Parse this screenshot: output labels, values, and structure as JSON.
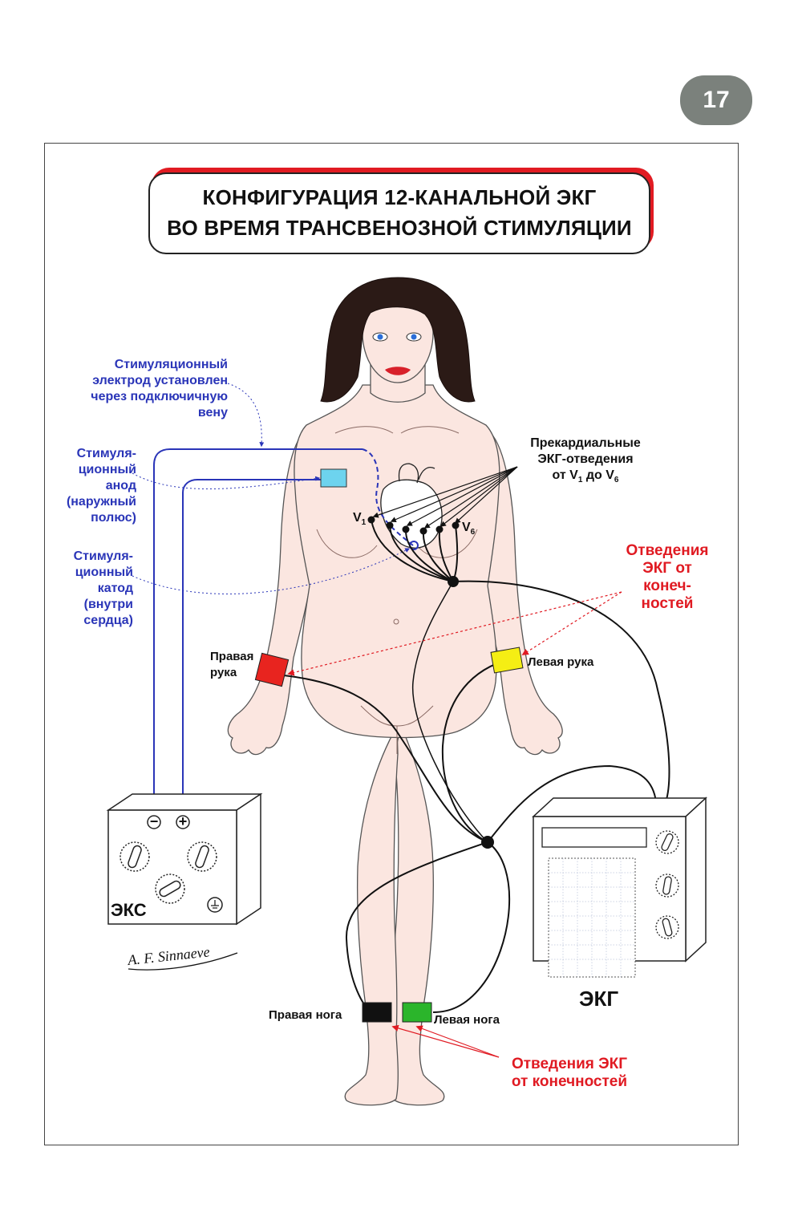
{
  "page_number": "17",
  "title": {
    "line1": "КОНФИГУРАЦИЯ 12-КАНАЛЬНОЙ ЭКГ",
    "line2": "ВО ВРЕМЯ ТРАНСВЕНОЗНОЙ СТИМУЛЯЦИИ"
  },
  "labels": {
    "electrode": [
      "Стимуляционный",
      "электрод установлен",
      "через подключичную",
      "вену"
    ],
    "anode": [
      "Стимуля-",
      "ционный",
      "анод",
      "(наружный",
      "полюс)"
    ],
    "cathode": [
      "Стимуля-",
      "ционный",
      "катод",
      "(внутри",
      "сердца)"
    ],
    "precordial": [
      "Прекардиальные",
      "ЭКГ-отведения",
      "от V",
      "1",
      " до V",
      "6"
    ],
    "v1": "V",
    "v1_sub": "1",
    "v6": "V",
    "v6_sub": "6",
    "limb_leads_top": [
      "Отведения",
      "ЭКГ от",
      "конеч-",
      "ностей"
    ],
    "right_arm": [
      "Правая",
      "рука"
    ],
    "left_arm": "Левая рука",
    "right_leg": "Правая  нога",
    "left_leg": "Левая нога",
    "limb_leads_bottom": [
      "Отведения ЭКГ",
      "от конечностей"
    ],
    "pacemaker": "ЭКС",
    "ecg": "ЭКГ",
    "minus": "−",
    "plus": "+"
  },
  "colors": {
    "accent_red": "#e11b22",
    "lead_blue": "#2a35b8",
    "skin": "#fbe6e0",
    "right_arm_band": "#e8241f",
    "left_arm_band": "#f5ee14",
    "right_leg_band": "#111111",
    "left_leg_band": "#2bb52b",
    "anode_pad": "#6dd3ee"
  }
}
